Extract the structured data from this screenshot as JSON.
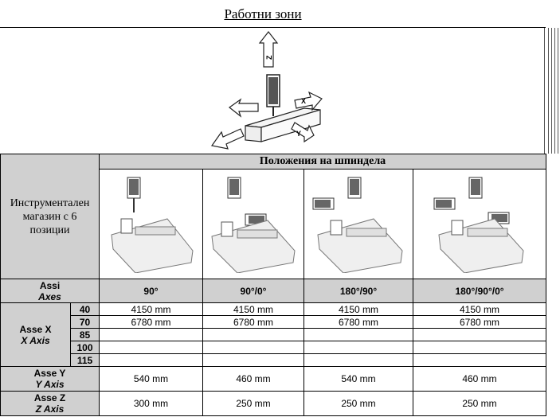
{
  "title": "Работни зони",
  "diagram": {
    "z": "Z",
    "x": "X",
    "y": "Y"
  },
  "table": {
    "header": "Положения на шпиндела",
    "magazine": [
      "Инструментален",
      "магазин с 6",
      "позиции"
    ],
    "axes_label": "Assi",
    "axes_label_en": "Axes",
    "positions": [
      "90°",
      "90°/0°",
      "180°/90°",
      "180°/90°/0°"
    ],
    "x_axis": {
      "label": "Asse X",
      "label_en": "X Axis"
    },
    "x_rows": [
      {
        "size": "40",
        "values": [
          "4150 mm",
          "4150 mm",
          "4150 mm",
          "4150 mm"
        ]
      },
      {
        "size": "70",
        "values": [
          "6780 mm",
          "6780 mm",
          "6780 mm",
          "6780 mm"
        ]
      },
      {
        "size": "85",
        "values": [
          "",
          "",
          "",
          ""
        ]
      },
      {
        "size": "100",
        "values": [
          "",
          "",
          "",
          ""
        ]
      },
      {
        "size": "115",
        "values": [
          "",
          "",
          "",
          ""
        ]
      }
    ],
    "y_axis": {
      "label": "Asse Y",
      "label_en": "Y Axis",
      "values": [
        "540 mm",
        "460 mm",
        "540 mm",
        "460 mm"
      ]
    },
    "z_axis": {
      "label": "Asse Z",
      "label_en": "Z Axis",
      "values": [
        "300 mm",
        "250 mm",
        "250 mm",
        "250 mm"
      ]
    }
  }
}
